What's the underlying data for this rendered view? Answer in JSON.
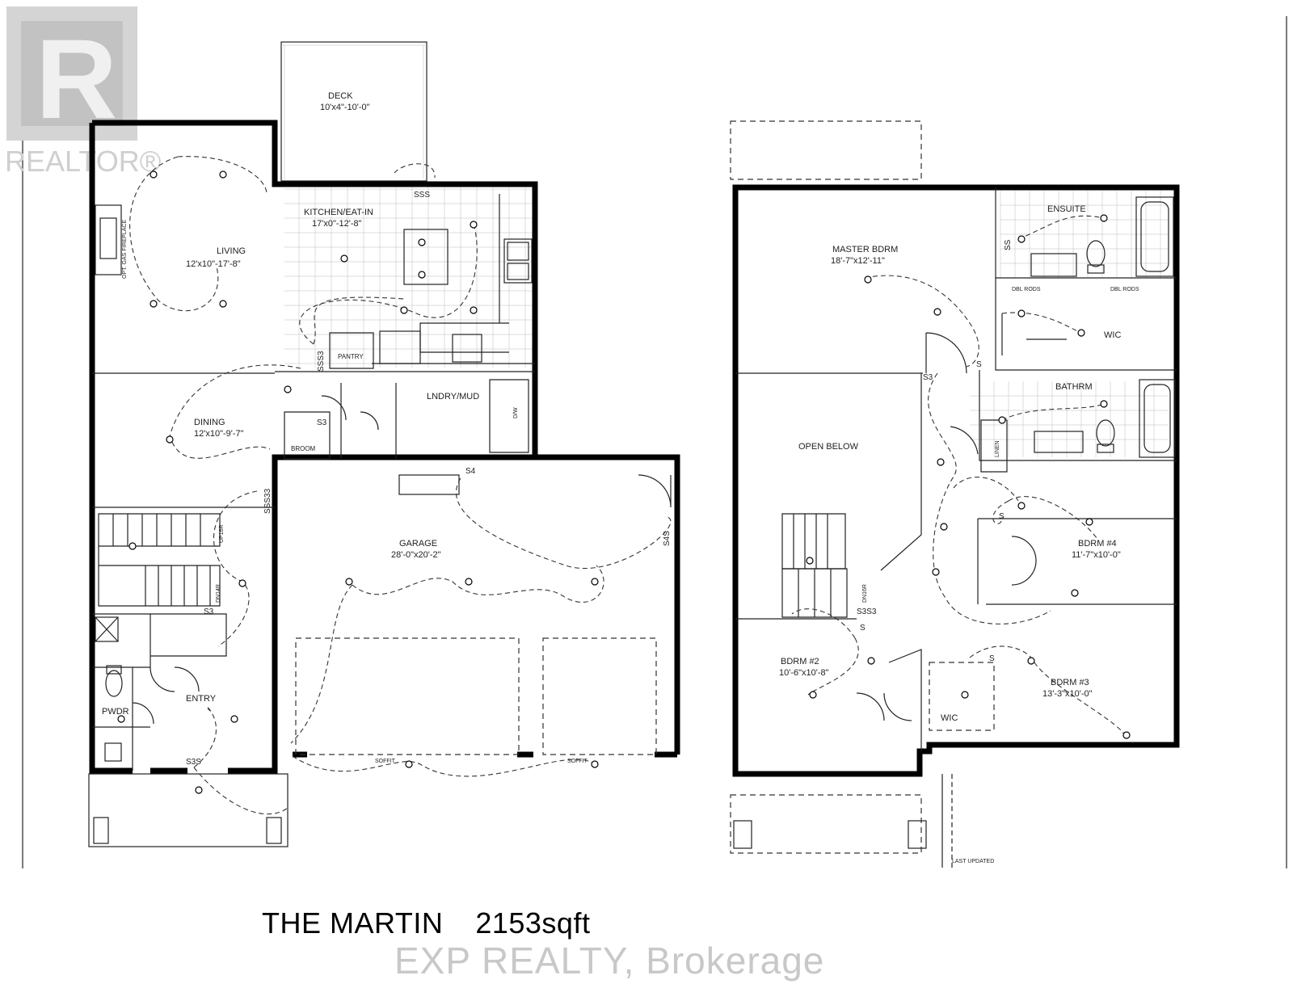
{
  "logo": {
    "text": "REALTOR®",
    "mark": "R"
  },
  "main_floor": {
    "deck": {
      "name": "DECK",
      "dims": "10'x4\"-10'-0\""
    },
    "kitchen": {
      "name": "KITCHEN/EAT-IN",
      "dims": "17'x0\"-12'-8\""
    },
    "living": {
      "name": "LIVING",
      "dims": "12'x10\"-17'-8\""
    },
    "fireplace": "OPT. GAS FIREPLACE",
    "pantry": "PANTRY",
    "laundry": "LNDRY/MUD",
    "dw": "D/W",
    "dining": {
      "name": "DINING",
      "dims": "12'x10\"-9'-7\""
    },
    "broom": "BROOM",
    "garage": {
      "name": "GARAGE",
      "dims": "28'-0\"x20'-2\""
    },
    "entry": "ENTRY",
    "powder": "PWDR",
    "stair_up": "UP16R",
    "stair_dn": "DN14R",
    "soffit": "SOFFIT"
  },
  "upper_floor": {
    "master": {
      "name": "MASTER BDRM",
      "dims": "18'-7\"x12'-11\""
    },
    "ensuite": "ENSUITE",
    "dbl_rods": "DBL RODS",
    "wic": "WIC",
    "bath": "BATHRM",
    "open_below": "OPEN BELOW",
    "linen": "LINEN",
    "bdrm4": {
      "name": "BDRM #4",
      "dims": "11'-7\"x10'-0\""
    },
    "bdrm2": {
      "name": "BDRM #2",
      "dims": "10'-6\"x10'-8\""
    },
    "bdrm3": {
      "name": "BDRM #3",
      "dims": "13'-3\"x10'-0\""
    },
    "stair_dn": "DN16R",
    "last_updated": "LAST UPDATED"
  },
  "switch_labels": {
    "sss": "SSS",
    "s3": "S3",
    "ss3": "SSS3",
    "s4": "S4",
    "s4s": "S4S",
    "s3s": "S3S",
    "s": "S",
    "ss": "SS",
    "s3s3": "S3S3",
    "sss33": "SSS33"
  },
  "footer": {
    "model": "THE MARTIN",
    "area": "2153sqft",
    "watermark": "EXP REALTY, Brokerage"
  },
  "colors": {
    "wall": "#000000",
    "watermark": "#c8c8c8",
    "logo": "#cfcfcf"
  }
}
